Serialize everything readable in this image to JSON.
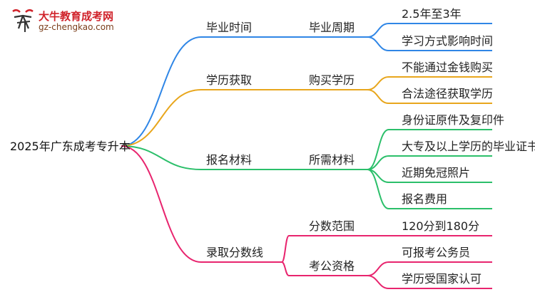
{
  "logo": {
    "name": "大牛教育成考网",
    "url": "gz-chengkao.com",
    "mark": "大牛"
  },
  "mindmap": {
    "root": "2025年广东成考专升本",
    "branches": [
      {
        "label": "毕业时间",
        "color": "#2f86e6",
        "sub": [
          {
            "label": "毕业周期",
            "leaves": [
              "2.5年至3年",
              "学习方式影响时间"
            ]
          }
        ]
      },
      {
        "label": "学历获取",
        "color": "#e8a61c",
        "sub": [
          {
            "label": "购买学历",
            "leaves": [
              "不能通过金钱购买",
              "合法途径获取学历"
            ]
          }
        ]
      },
      {
        "label": "报名材料",
        "color": "#2bbf6a",
        "sub": [
          {
            "label": "所需材料",
            "leaves": [
              "身份证原件及复印件",
              "大专及以上学历的毕业证书",
              "近期免冠照片",
              "报名费用"
            ]
          }
        ]
      },
      {
        "label": "录取分数线",
        "color": "#e8246e",
        "sub": [
          {
            "label": "分数范围",
            "leaves": [
              "120分到180分"
            ]
          },
          {
            "label": "考公资格",
            "leaves": [
              "可报考公务员",
              "学历受国家认可"
            ]
          }
        ]
      }
    ]
  }
}
